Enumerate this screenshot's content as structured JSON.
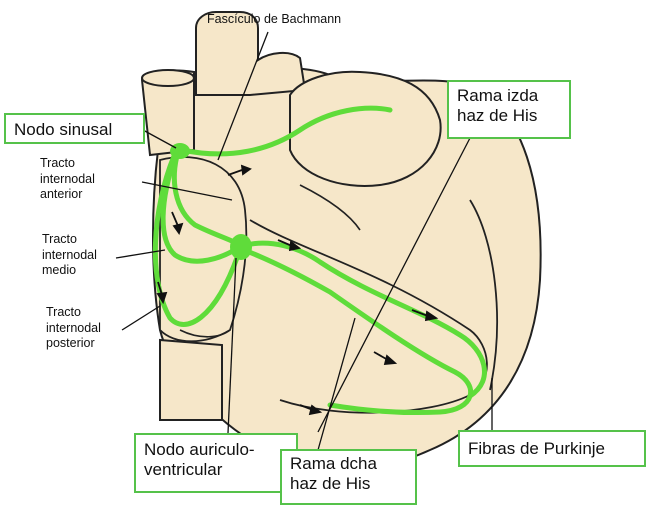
{
  "labels": {
    "bachmann": "Fascículo de Bachmann",
    "nodo_sinusal": "Nodo sinusal",
    "rama_izda_1": "Rama izda",
    "rama_izda_2": "haz de His",
    "tracto_anterior_1": "Tracto",
    "tracto_anterior_2": "internodal",
    "tracto_anterior_3": "anterior",
    "tracto_medio_1": "Tracto",
    "tracto_medio_2": "internodal",
    "tracto_medio_3": "medio",
    "tracto_posterior_1": "Tracto",
    "tracto_posterior_2": "internodal",
    "tracto_posterior_3": "posterior",
    "fibras_purkinje": "Fibras de Purkinje",
    "nodo_av_1": "Nodo auriculo-",
    "nodo_av_2": "ventricular",
    "rama_dcha_1": "Rama dcha",
    "rama_dcha_2": "haz de His"
  },
  "colors": {
    "heart_fill": "#f6e7c9",
    "outline": "#222222",
    "conduction_green": "#5fdc3a",
    "box_border": "#55c24a"
  }
}
